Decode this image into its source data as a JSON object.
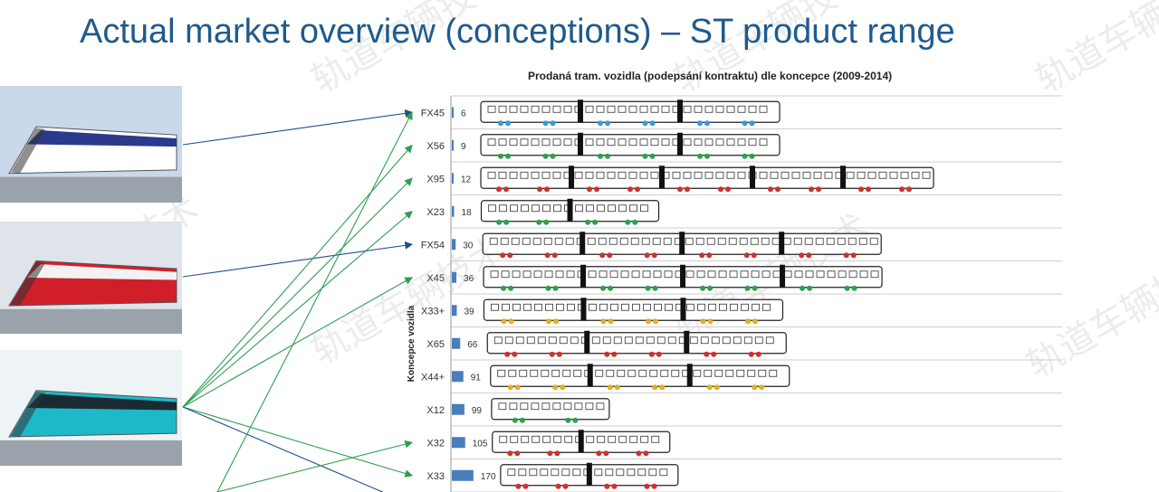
{
  "slide": {
    "title": "Actual market overview (conceptions) – ST product range"
  },
  "watermark": "轨道车辆技术",
  "colors": {
    "title": "#1f5a8c",
    "bar": "#4a7ebb",
    "green_arrow": "#2e9e50",
    "blue_arrow": "#1f4e8c",
    "bogie_green": "#2ea050",
    "bogie_red": "#d03030",
    "bogie_blue": "#3a9ad9",
    "bogie_yellow": "#e0b020"
  },
  "chart_data": {
    "type": "bar",
    "orientation": "horizontal",
    "title": "Prodaná tram. vozidla (podepsání kontraktu) dle koncepce (2009-2014)",
    "ylabel": "Koncepce vozidla",
    "xlabel": "",
    "categories": [
      "FX45",
      "X56",
      "X95",
      "X23",
      "FX54",
      "X45",
      "X33+",
      "X65",
      "X44+",
      "X12",
      "X32",
      "X33"
    ],
    "values": [
      6,
      9,
      12,
      18,
      30,
      36,
      39,
      66,
      91,
      99,
      105,
      170
    ],
    "xlim": [
      0,
      1800
    ],
    "grid": true,
    "tram_sections": [
      3,
      3,
      5,
      2,
      4,
      4,
      3,
      3,
      3,
      1,
      2,
      2
    ],
    "bogie_colors": [
      "blue",
      "green",
      "red",
      "green",
      "red",
      "green",
      "yellow",
      "red",
      "yellow",
      "green",
      "red",
      "red"
    ]
  },
  "photos": [
    {
      "name": "photo-tram-riga",
      "body": "#ffffff",
      "stripe": "#2b3a8c",
      "sky": "#c9d8ea"
    },
    {
      "name": "photo-tram-red",
      "body": "#d11f2a",
      "stripe": "#f2f2f2",
      "sky": "#dfe4ea"
    },
    {
      "name": "photo-tram-teal",
      "body": "#1fb8c8",
      "stripe": "#1a2a33",
      "sky": "#eef3f6"
    },
    {
      "name": "photo-tram-bottom",
      "body": "#bcd0e0",
      "stripe": "#7895b0",
      "sky": "#dde6ee"
    }
  ],
  "arrows": [
    {
      "from": 0,
      "to": 0,
      "kind": "blue"
    },
    {
      "from": 1,
      "to": 4,
      "kind": "blue"
    },
    {
      "from": 2,
      "to": 1,
      "kind": "green"
    },
    {
      "from": 2,
      "to": 2,
      "kind": "green"
    },
    {
      "from": 2,
      "to": 3,
      "kind": "green"
    },
    {
      "from": 2,
      "to": 5,
      "kind": "green"
    },
    {
      "from": 2,
      "to": 11,
      "kind": "green"
    },
    {
      "from": 2,
      "to": 12,
      "kind": "blue"
    },
    {
      "from": 3,
      "to": 0,
      "kind": "green"
    },
    {
      "from": 3,
      "to": 10,
      "kind": "green"
    }
  ]
}
